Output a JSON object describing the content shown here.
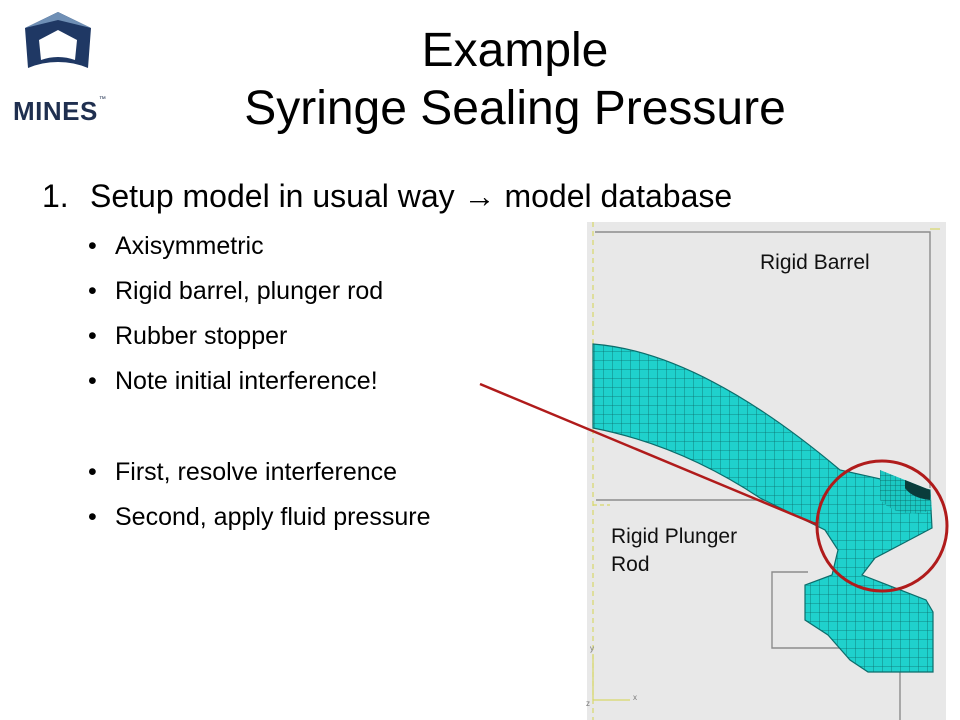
{
  "logo": {
    "text": "MINES",
    "mark": "™"
  },
  "title": {
    "line1": "Example",
    "line2": "Syringe Sealing Pressure"
  },
  "step": {
    "number": "1.",
    "text": "Setup model in usual way → model database"
  },
  "bullets": [
    "Axisymmetric",
    "Rigid barrel, plunger rod",
    "Rubber stopper",
    "Note initial interference!",
    "First, resolve interference",
    "Second, apply fluid pressure"
  ],
  "figure": {
    "barrel_label": "Rigid Barrel",
    "plunger_label_line1": "Rigid Plunger",
    "plunger_label_line2": "Rod",
    "axis_y": "y",
    "axis_x": "x",
    "axis_z": "z",
    "colors": {
      "mesh_fill": "#1fd1cc",
      "mesh_line": "#0c6d6b",
      "background": "#e8e8e8",
      "highlight": "#b01b1b"
    }
  }
}
